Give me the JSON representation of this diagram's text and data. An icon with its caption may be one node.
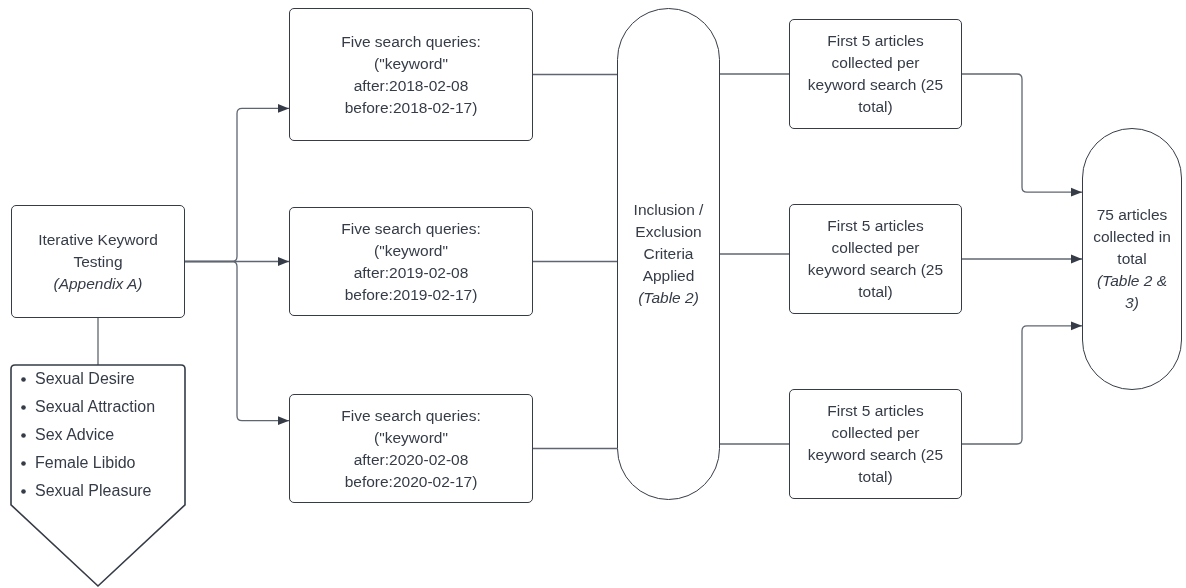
{
  "diagram": {
    "nodes": [
      {
        "text": [
          "Iterative Keyword Testing",
          "(Appendix A)"
        ]
      },
      {
        "text": [
          "Sexual Desire",
          "Sexual Attraction",
          "Sex Advice",
          "Female Libido",
          "Sexual Pleasure"
        ]
      },
      {
        "text": [
          "Five search queries: (\"keyword\" after:2018-02-08 before:2018-02-17)"
        ]
      },
      {
        "text": [
          "Five search queries: (\"keyword\" after:2019-02-08 before:2019-02-17)"
        ]
      },
      {
        "text": [
          "Five search queries: (\"keyword\" after:2020-02-08 before:2020-02-17)"
        ]
      },
      {
        "text": [
          "Inclusion / Exclusion Criteria Applied",
          "(Table 2)"
        ]
      },
      {
        "text": [
          "First 5 articles collected per keyword search (25 total)"
        ]
      },
      {
        "text": [
          "First 5 articles collected per keyword search (25 total)"
        ]
      },
      {
        "text": [
          "First 5 articles collected per keyword search (25 total)"
        ]
      },
      {
        "text": [
          "75 articles collected in total",
          "(Table 2 & 3)"
        ]
      }
    ],
    "edges": [
      {
        "from": 0,
        "to": 1,
        "arrow": "none"
      },
      {
        "from": 0,
        "to": 2,
        "arrow": "to"
      },
      {
        "from": 0,
        "to": 3,
        "arrow": "to"
      },
      {
        "from": 0,
        "to": 4,
        "arrow": "to"
      },
      {
        "from": 2,
        "to": 5,
        "arrow": "none"
      },
      {
        "from": 3,
        "to": 5,
        "arrow": "none"
      },
      {
        "from": 4,
        "to": 5,
        "arrow": "none"
      },
      {
        "from": 5,
        "to": 6,
        "arrow": "none"
      },
      {
        "from": 5,
        "to": 7,
        "arrow": "none"
      },
      {
        "from": 5,
        "to": 8,
        "arrow": "none"
      },
      {
        "from": 6,
        "to": 9,
        "arrow": "to"
      },
      {
        "from": 7,
        "to": 9,
        "arrow": "to"
      },
      {
        "from": 8,
        "to": 9,
        "arrow": "to"
      }
    ]
  }
}
